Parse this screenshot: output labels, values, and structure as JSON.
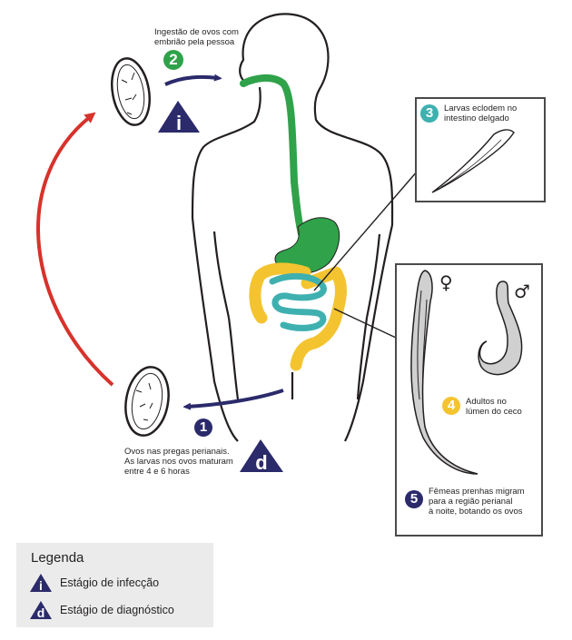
{
  "stages": {
    "s1": {
      "number": "1",
      "text": "Ovos nas pregas perianais.\nAs larvas nos ovos maturam\nentre 4 e 6 horas"
    },
    "s2": {
      "number": "2",
      "text": "Ingestão de ovos com\nembrião pela pessoa"
    },
    "s3": {
      "number": "3",
      "text": "Larvas eclodem no\nintestino delgado"
    },
    "s4": {
      "number": "4",
      "text": "Adultos no\nlúmen do ceco"
    },
    "s5": {
      "number": "5",
      "text": "Fêmeas prenhas migram\npara a região perianal\nà noite, botando os ovos"
    }
  },
  "symbols": {
    "female": "♀",
    "male": "♂",
    "infection": "i",
    "diagnostic": "d"
  },
  "legend": {
    "title": "Legenda",
    "infection_label": "Estágio de infecção",
    "diagnostic_label": "Estágio de diagnóstico"
  },
  "colors": {
    "green": "#2fa24a",
    "teal": "#3fb0b0",
    "yellow": "#f4c430",
    "navy": "#2b2a6b",
    "red": "#d7322b",
    "legend_bg": "#ebebeb"
  }
}
